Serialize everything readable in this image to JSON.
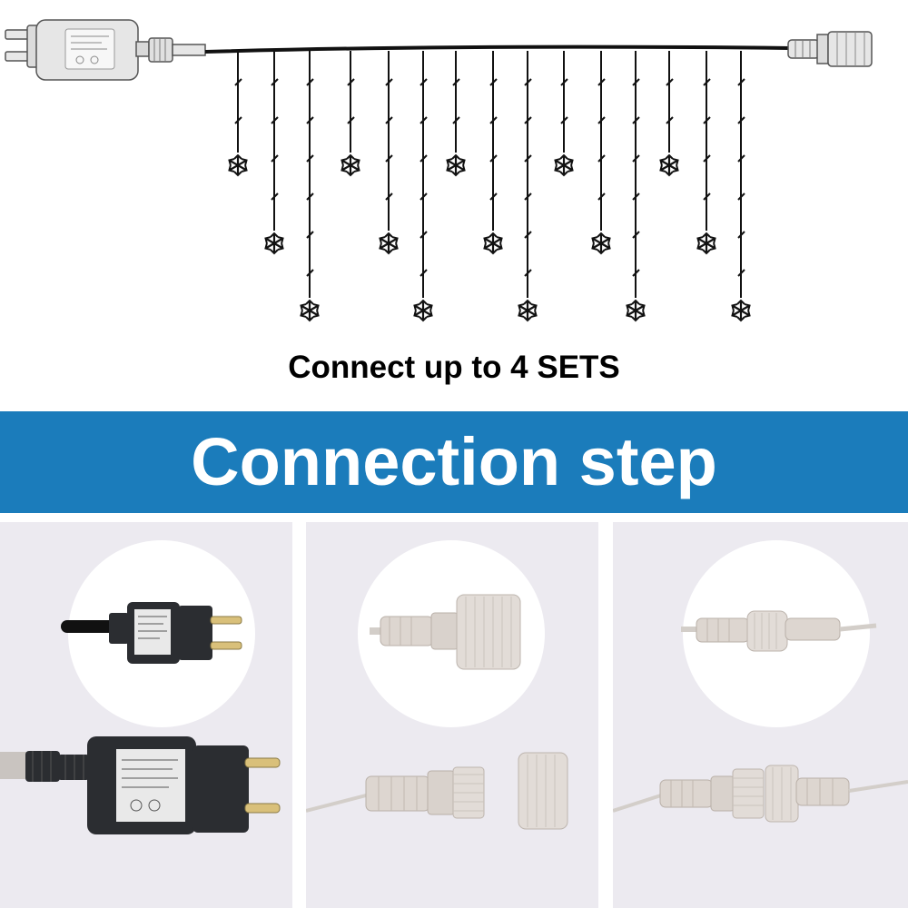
{
  "caption": "Connect up to 4 SETS",
  "banner_title": "Connection step",
  "colors": {
    "banner": "#1b7cbb",
    "panel_bg": "#eceaf0",
    "wire": "#111111",
    "adapter_black": "#2b2d31",
    "connector_clear": "#d8d3cf"
  },
  "icons": [
    "power-adapter-icon",
    "snowflake-icon",
    "end-connector-icon"
  ],
  "steps": [
    {
      "name": "step-1",
      "depicts": "power-adapter"
    },
    {
      "name": "step-2",
      "depicts": "connector-cap-removed"
    },
    {
      "name": "step-3",
      "depicts": "connectors-joined"
    }
  ]
}
